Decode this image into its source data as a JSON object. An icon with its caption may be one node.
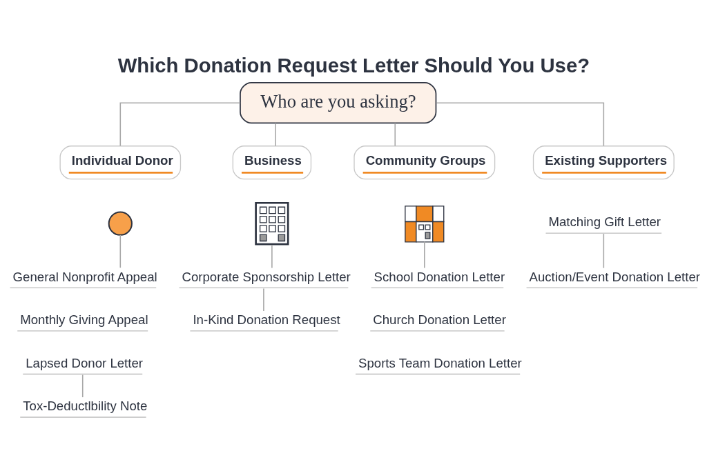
{
  "diagram": {
    "title": "Which Donation Request Letter Should You Use?",
    "nodes": [
      {
        "text": [
          "Who are you asking?"
        ]
      },
      {
        "text": [
          "Individual Donor"
        ]
      },
      {
        "text": [
          "Business"
        ]
      },
      {
        "text": [
          "Community Groups"
        ]
      },
      {
        "text": [
          "Existing Supporters"
        ]
      },
      {
        "text": [],
        "shape": "person"
      },
      {
        "text": [],
        "shape": "picture"
      },
      {
        "text": [],
        "shape": "picture"
      },
      {
        "text": [
          "General Nonprofit Appeal"
        ]
      },
      {
        "text": [
          "Monthly Giving Appeal"
        ]
      },
      {
        "text": [
          "Lapsed Donor Letter"
        ]
      },
      {
        "text": [
          "Tox-Deductlbility Note"
        ]
      },
      {
        "text": [
          "Corporate Sponsorship Letter"
        ]
      },
      {
        "text": [
          "In-Kind Donation Request"
        ]
      },
      {
        "text": [
          "School Donation Letter"
        ]
      },
      {
        "text": [
          "Church Donation Letter"
        ]
      },
      {
        "text": [
          "Sports Team Donation Letter"
        ]
      },
      {
        "text": [
          "Matching Gift Letter"
        ]
      },
      {
        "text": [
          "Auction/Event Donation Letter"
        ]
      }
    ],
    "edges": [
      {
        "from": 0,
        "to": 1,
        "arrow": "none"
      },
      {
        "from": 0,
        "to": 2,
        "arrow": "none"
      },
      {
        "from": 0,
        "to": 3,
        "arrow": "none"
      },
      {
        "from": 0,
        "to": 4,
        "arrow": "none"
      },
      {
        "from": 5,
        "to": 8,
        "arrow": "none"
      },
      {
        "from": 10,
        "to": 11,
        "arrow": "none"
      },
      {
        "from": 6,
        "to": 12,
        "arrow": "none"
      },
      {
        "from": 12,
        "to": 13,
        "arrow": "none"
      },
      {
        "from": 7,
        "to": 14,
        "arrow": "none"
      },
      {
        "from": 17,
        "to": 18,
        "arrow": "none"
      }
    ]
  }
}
